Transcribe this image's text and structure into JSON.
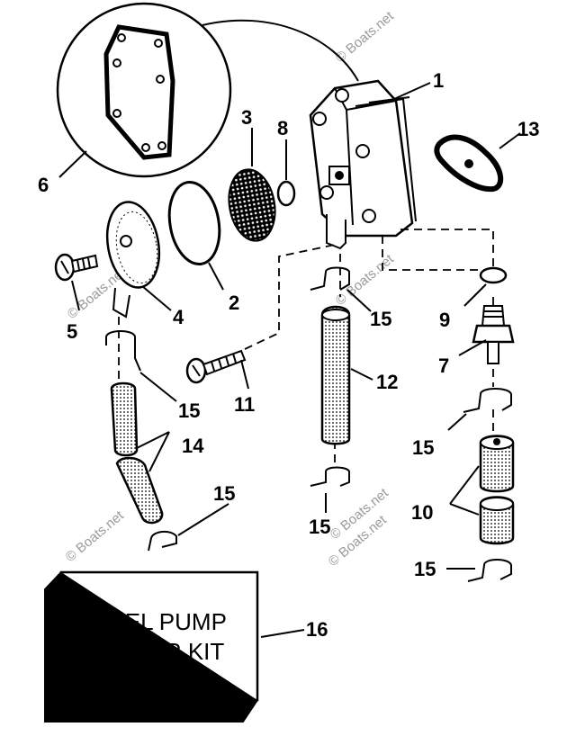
{
  "callouts": {
    "c1": "1",
    "c2": "2",
    "c3": "3",
    "c4": "4",
    "c5": "5",
    "c6": "6",
    "c7": "7",
    "c8": "8",
    "c9": "9",
    "c10": "10",
    "c11": "11",
    "c12": "12",
    "c13": "13",
    "c14": "14",
    "c15": "15",
    "c16": "16"
  },
  "kit": {
    "line1": "FUEL PUMP",
    "line2": "REPAIR KIT"
  },
  "watermark": "© Boats.net"
}
